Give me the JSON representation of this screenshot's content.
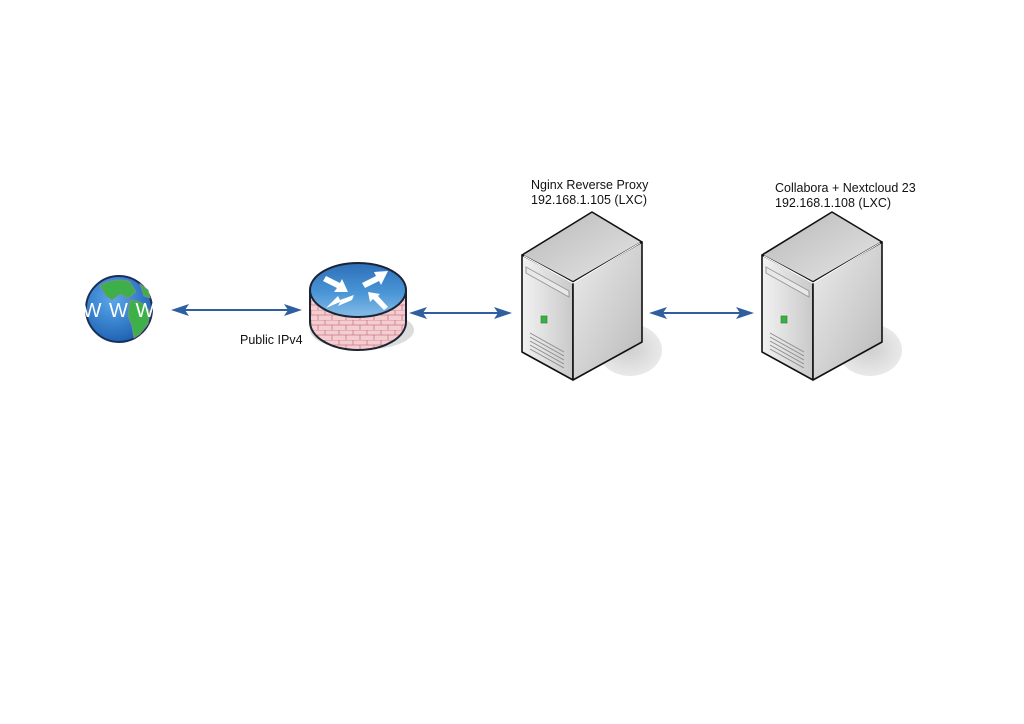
{
  "diagram": {
    "type": "network-topology",
    "colors": {
      "arrow": "#2f5f9e",
      "globe_ocean": "#2f7fd0",
      "globe_land": "#3db04a",
      "router_top": "#3f86c8",
      "brick": "#f1c4c8",
      "brick_mortar": "#c7747e",
      "server_body": "#d9d9d9",
      "led": "#3cb043"
    },
    "nodes": [
      {
        "id": "internet",
        "icon": "globe-www-icon",
        "icon_text": "W W W",
        "label_lines": []
      },
      {
        "id": "router",
        "icon": "router-firewall-icon",
        "label_lines": [
          "Public IPv4"
        ]
      },
      {
        "id": "nginx",
        "icon": "server-tower-icon",
        "label_lines": [
          "Nginx Reverse Proxy",
          "192.168.1.105 (LXC)"
        ]
      },
      {
        "id": "nextcloud",
        "icon": "server-tower-icon",
        "label_lines": [
          "Collabora + Nextcloud 23",
          "192.168.1.108 (LXC)"
        ]
      }
    ],
    "edges": [
      {
        "from": "internet",
        "to": "router",
        "bidirectional": true
      },
      {
        "from": "router",
        "to": "nginx",
        "bidirectional": true
      },
      {
        "from": "nginx",
        "to": "nextcloud",
        "bidirectional": true
      }
    ]
  }
}
